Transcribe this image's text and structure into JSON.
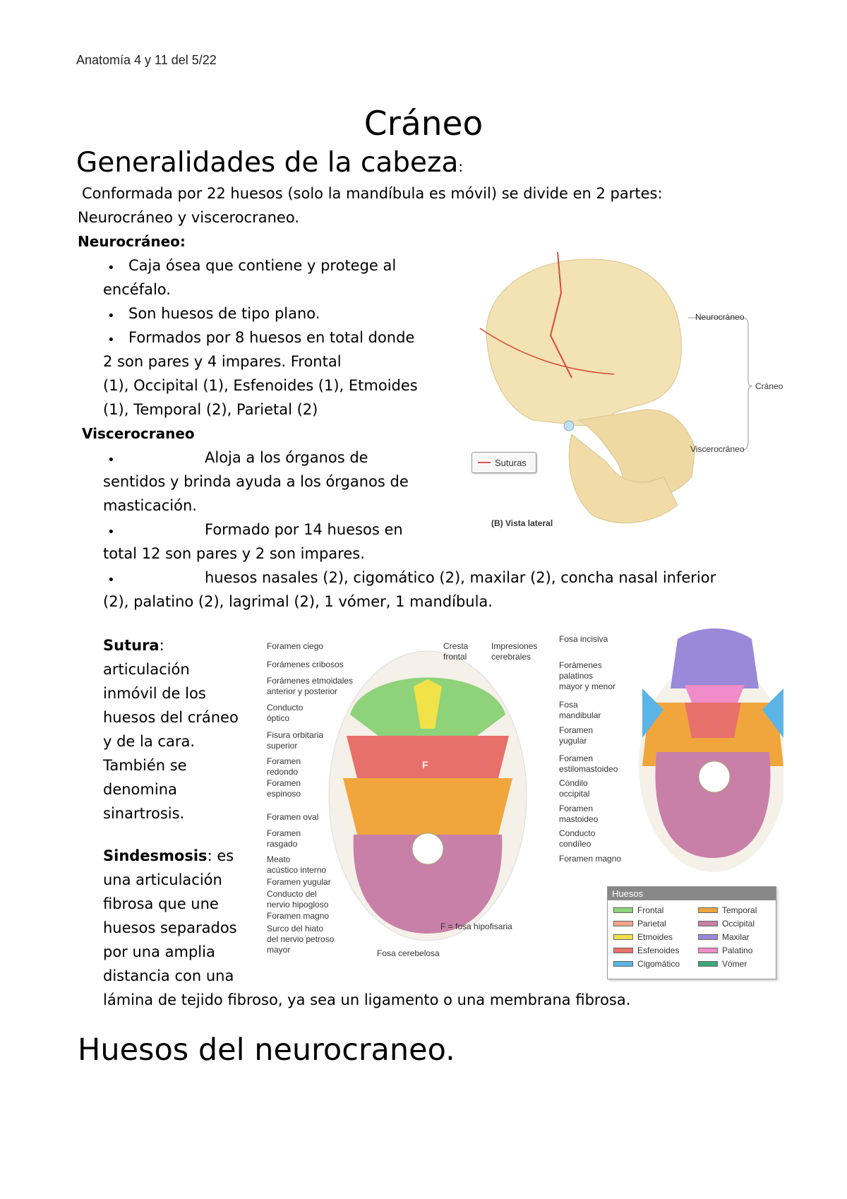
{
  "header": "Anatomía 4 y 11 del 5/22",
  "title": "Cráneo",
  "section1": {
    "heading": "Generalidades de la cabeza",
    "colon": ":"
  },
  "intro": {
    "line1": "Conformada por 22 huesos (solo la mandíbula es móvil) se divide en 2 partes:",
    "line2": "Neurocráneo y viscerocraneo."
  },
  "neuro": {
    "label": "Neurocráneo",
    "colon": ":",
    "lines": [
      "Caja ósea que contiene y protege al",
      "encéfalo.",
      "Son huesos de tipo plano.",
      "Formados por 8 huesos en total donde",
      "2 son pares y 4 impares.  Frontal",
      "(1), Occipital (1), Esfenoides (1), Etmoides",
      "(1), Temporal (2), Parietal (2)"
    ]
  },
  "viscero": {
    "label": "Viscerocraneo",
    "lines": [
      "Aloja a los órganos de",
      "sentidos y brinda ayuda a los órganos de",
      "masticación.",
      "Formado por 14 huesos en",
      "total 12 son pares y 2 son impares.",
      "huesos nasales (2), cigomático (2), maxilar (2), concha nasal inferior",
      "(2), palatino (2), lagrimal (2), 1 vómer, 1 mandíbula."
    ]
  },
  "sutura": {
    "label": "Sutura",
    "lines": [
      "articulación",
      "inmóvil de los",
      "huesos del cráneo",
      "y de la cara.",
      "También se",
      "denomina",
      "sinartrosis."
    ]
  },
  "sindesmosis": {
    "label": "Sindesmosis",
    "first": ": es",
    "lines": [
      "una articulación",
      "fibrosa que une",
      "huesos separados",
      "por una amplia",
      "distancia con una",
      "lámina de tejido fibroso, ya sea un ligamento o una membrana fibrosa."
    ]
  },
  "heading2": "Huesos del neurocraneo.",
  "skull_figure": {
    "labels": {
      "neuro": "Neurocráneo",
      "craneo": "Cráneo",
      "viscero": "Viscerocráneo",
      "suturas": "Suturas",
      "caption": "(B) Vista lateral"
    }
  },
  "base_figure": {
    "left_labels": [
      "Foramen ciego",
      "Forámenes cribosos",
      "Forámenes etmoidales",
      "anterior y posterior",
      "Conducto",
      "óptico",
      "Fisura orbitaria",
      "superior",
      "Foramen",
      "redondo",
      "Foramen",
      "espinoso",
      "Foramen oval",
      "Foramen",
      "rasgado",
      "Meato",
      "acústico interno",
      "Foramen yugular",
      "Conducto del",
      "nervio hipogloso",
      "Foramen magno",
      "Surco del hiato",
      "del nervio petroso",
      "mayor"
    ],
    "top_labels": [
      "Cresta",
      "frontal",
      "Impresiones",
      "cerebrales"
    ],
    "bottom_labels": {
      "fosa": "Fosa cerebelosa",
      "f_note": "F = fosa hipofisaria",
      "f_mark": "F"
    }
  },
  "inferior_figure": {
    "labels": [
      "Fosa incisiva",
      "Forámenes",
      "palatinos",
      "mayor y menor",
      "Fosa",
      "mandibular",
      "Foramen",
      "yugular",
      "Foramen",
      "estilomastoideo",
      "Cóndilo",
      "occipital",
      "Foramen",
      "mastoideo",
      "Conducto",
      "condíleo",
      "Foramen magno"
    ]
  },
  "legend": {
    "title": "Huesos",
    "items": [
      {
        "name": "Frontal",
        "color": "#8fd47a"
      },
      {
        "name": "Parietal",
        "color": "#f2a48c"
      },
      {
        "name": "Etmoides",
        "color": "#f2e24a"
      },
      {
        "name": "Esfenoides",
        "color": "#e8706a"
      },
      {
        "name": "Cigomático",
        "color": "#5ab4e6"
      },
      {
        "name": "Temporal",
        "color": "#f0a63c"
      },
      {
        "name": "Occipital",
        "color": "#c880a8"
      },
      {
        "name": "Maxilar",
        "color": "#9a88d8"
      },
      {
        "name": "Palatino",
        "color": "#f08cc8"
      },
      {
        "name": "Vómer",
        "color": "#3aa878"
      }
    ]
  }
}
